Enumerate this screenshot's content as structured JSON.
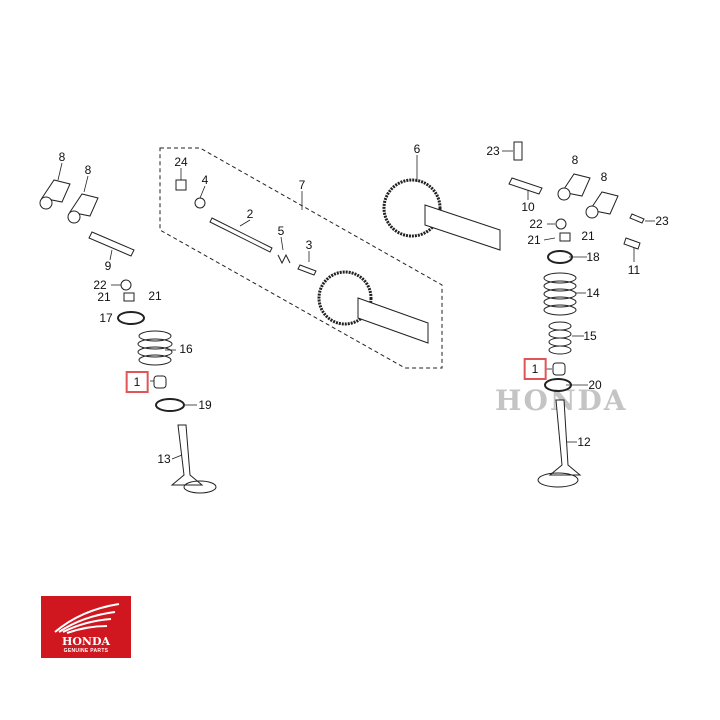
{
  "diagram": {
    "callouts": {
      "l8a": "8",
      "l8b": "8",
      "l9": "9",
      "l22": "22",
      "l21a": "21",
      "l21b": "21",
      "l17": "17",
      "l16": "16",
      "l1": "1",
      "l19": "19",
      "l13": "13",
      "m24": "24",
      "m4": "4",
      "m7": "7",
      "m2": "2",
      "m5": "5",
      "m3": "3",
      "m6": "6",
      "r23a": "23",
      "r8a": "8",
      "r8b": "8",
      "r10": "10",
      "r22": "22",
      "r21a": "21",
      "r21b": "21",
      "r23b": "23",
      "r18": "18",
      "r11": "11",
      "r14": "14",
      "r15": "15",
      "r1": "1",
      "r20": "20",
      "r12": "12"
    },
    "highlight_color": "#e05555",
    "watermark": "HONDA"
  },
  "logo": {
    "brand": "HONDA",
    "tagline": "GENUINE PARTS",
    "color": "#d0161e"
  }
}
